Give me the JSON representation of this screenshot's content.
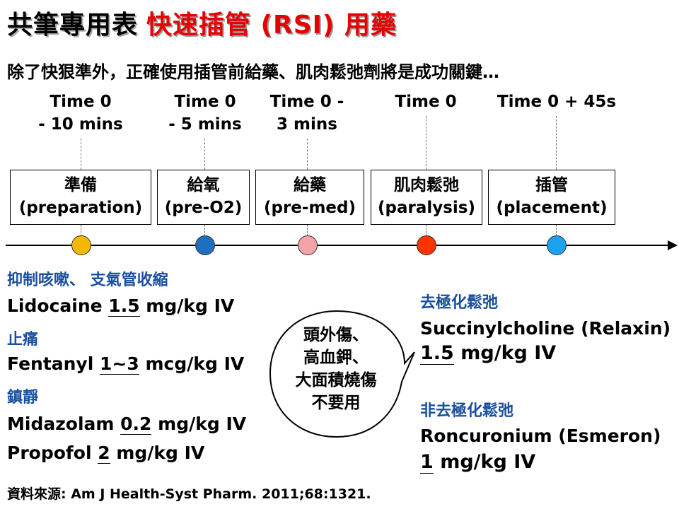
{
  "title": {
    "plain": "共筆專用表",
    "accent": "快速插管 (RSI) 用藥"
  },
  "subtitle": "除了快狠準外，正確使用插管前給藥、肌肉鬆弛劑將是成功關鍵…",
  "timeline": {
    "times": [
      {
        "line1": "Time 0",
        "line2": "- 10 mins"
      },
      {
        "line1": "Time 0",
        "line2": "- 5 mins"
      },
      {
        "line1": "Time 0 -",
        "line2": "3 mins"
      },
      {
        "line1": "Time 0",
        "line2": ""
      },
      {
        "line1": "Time 0 + 45s",
        "line2": ""
      }
    ],
    "stages": [
      {
        "zh": "準備",
        "en": "(preparation)"
      },
      {
        "zh": "給氧",
        "en": "(pre-O2)"
      },
      {
        "zh": "給藥",
        "en": "(pre-med)"
      },
      {
        "zh": "肌肉鬆弛",
        "en": "(paralysis)"
      },
      {
        "zh": "插管",
        "en": "(placement)"
      }
    ],
    "dot_colors": [
      "#f5b800",
      "#1f6fc0",
      "#f4a3a8",
      "#ff3300",
      "#1aa3ee"
    ]
  },
  "premed": {
    "heading1": "抑制咳嗽、 支氣管收縮",
    "lidocaine": {
      "name": "Lidocaine ",
      "dose": "1.5",
      "unit": " mg/kg IV"
    },
    "heading2": "止痛",
    "fentanyl": {
      "name": "Fentanyl ",
      "dose": "1~3",
      "unit": " mcg/kg IV"
    },
    "heading3": "鎮靜",
    "midazolam": {
      "name": "Midazolam ",
      "dose": "0.2",
      "unit": " mg/kg IV"
    },
    "propofol": {
      "name": "Propofol ",
      "dose": "2",
      "unit": " mg/kg IV"
    }
  },
  "bubble": {
    "lines": [
      "頭外傷、",
      "高血鉀、",
      "大面積燒傷",
      "不要用"
    ]
  },
  "paralytics": {
    "heading1": "去極化鬆弛",
    "succ_name": "Succinylcholine (Relaxin)",
    "succ_dose": {
      "dose": "1.5",
      "unit": " mg/kg IV"
    },
    "heading2": "非去極化鬆弛",
    "roc_name": "Roncuronium (Esmeron)",
    "roc_dose": {
      "dose": "1",
      "unit": " mg/kg IV"
    }
  },
  "source": "資料來源: Am J Health-Syst Pharm. 2011;68:1321."
}
